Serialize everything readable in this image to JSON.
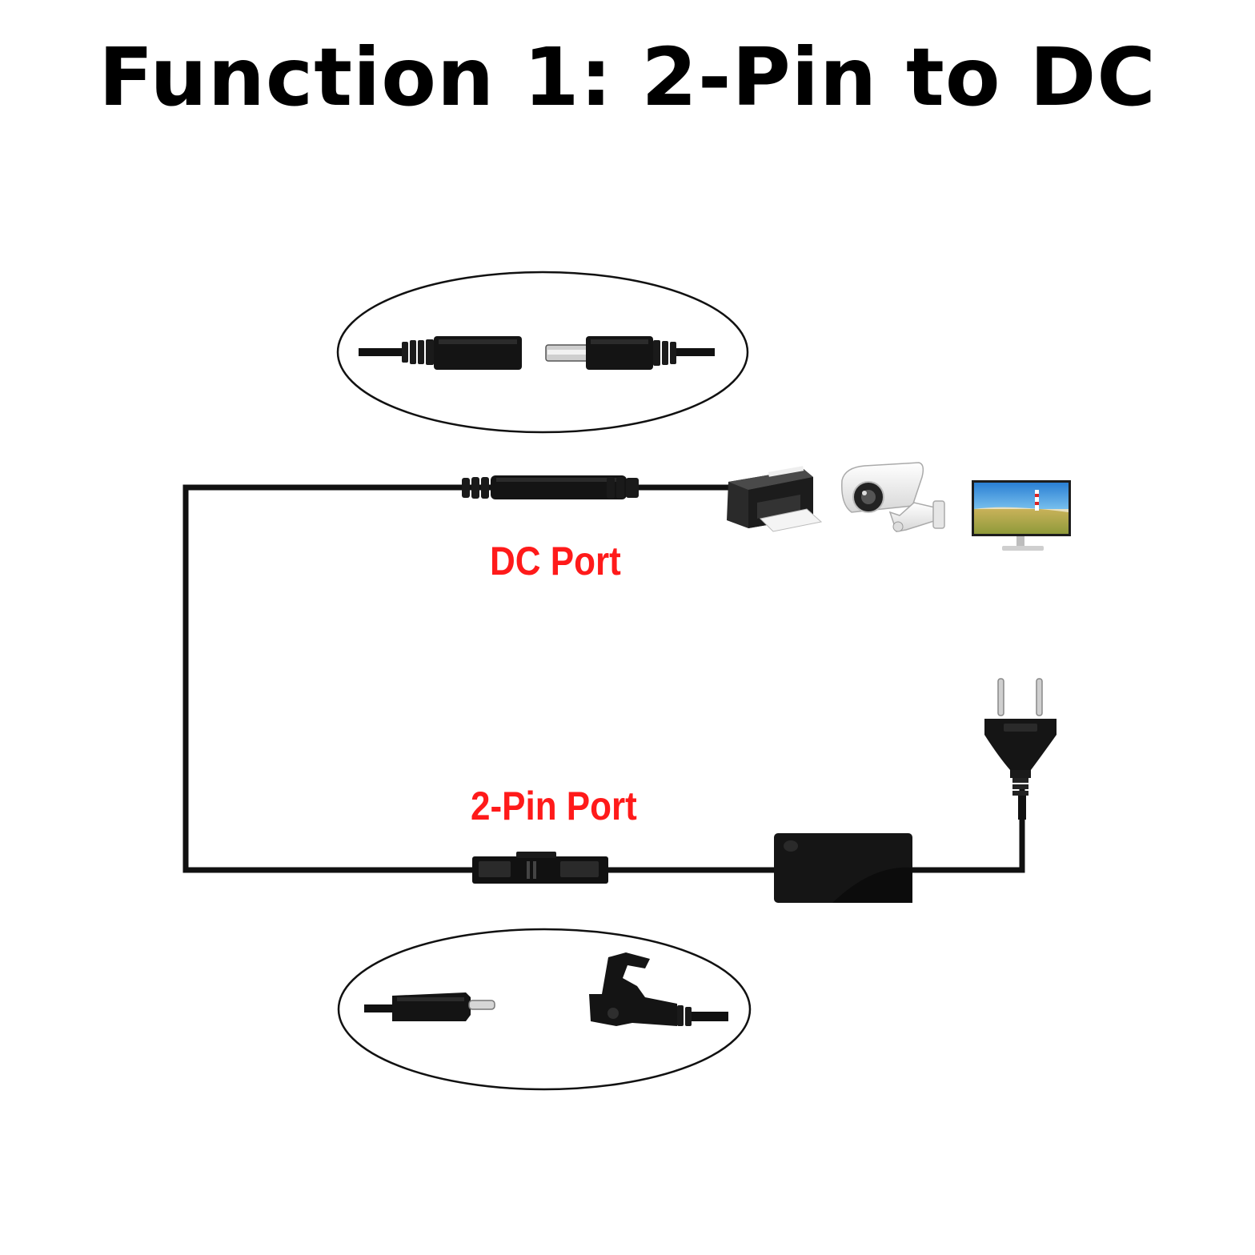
{
  "title": "Function 1: 2-Pin to DC",
  "labels": {
    "dc_port": "DC Port",
    "two_pin_port": "2-Pin Port"
  },
  "colors": {
    "cable": "#111111",
    "label": "#ff1a1a",
    "background": "#ffffff"
  },
  "icons": [
    "dc-connector-pair-icon",
    "printer-icon",
    "security-camera-icon",
    "monitor-icon",
    "eu-plug-icon",
    "power-adapter-icon",
    "two-pin-connector-pair-icon"
  ]
}
